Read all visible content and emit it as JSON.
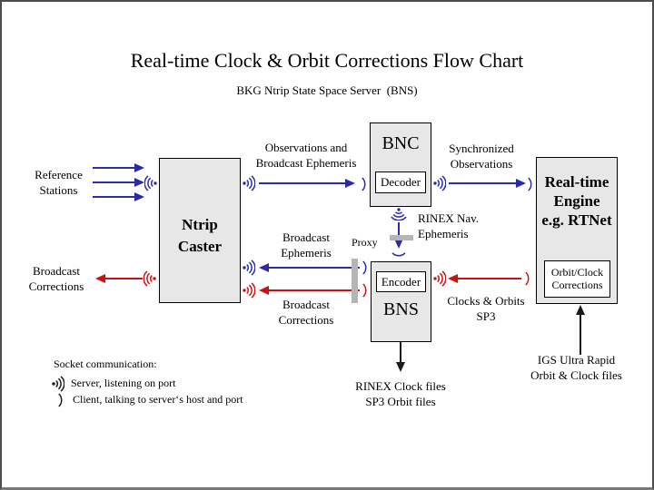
{
  "page": {
    "title": "Real-time Clock & Orbit Corrections Flow Chart",
    "subtitle": "BKG Ntrip State Space Server  (BNS)"
  },
  "colors": {
    "arrow_blue": "#2b2ba8",
    "arrow_red": "#cc1111",
    "box_fill": "#e7e7e7",
    "box_border": "#000000",
    "proxy_gray": "#b5b5b5",
    "page_border": "#4c4c4c"
  },
  "boxes": {
    "ntrip_caster": {
      "label": [
        "Ntrip",
        "Caster"
      ]
    },
    "bnc": {
      "title": "BNC",
      "sub": "Decoder"
    },
    "bns": {
      "title": "BNS",
      "sub": "Encoder"
    },
    "rt_engine": {
      "label": [
        "Real-time",
        "Engine",
        "e.g. RTNet"
      ],
      "sub": [
        "Orbit/Clock",
        "Corrections"
      ]
    }
  },
  "labels": {
    "reference_stations": [
      "Reference",
      "Stations"
    ],
    "broadcast_corrections_left": [
      "Broadcast",
      "Corrections"
    ],
    "observations_and": [
      "Observations and",
      "Broadcast Ephemeris"
    ],
    "broadcast_ephemeris": [
      "Broadcast",
      "Ephemeris"
    ],
    "broadcast_corrections_mid": [
      "Broadcast",
      "Corrections"
    ],
    "proxy": "Proxy",
    "synchronized_observations": [
      "Synchronized",
      "Observations"
    ],
    "rinex_nav": [
      "RINEX Nav.",
      "Ephemeris"
    ],
    "clocks_orbits": [
      "Clocks & Orbits",
      "SP3"
    ],
    "rinex_clock_files": [
      "RINEX Clock files",
      "SP3 Orbit files"
    ],
    "igs_ultra_rapid": [
      "IGS Ultra Rapid",
      "Orbit & Clock files"
    ]
  },
  "legend": {
    "heading": "Socket communication:",
    "server": "Server, listening on port",
    "client": "Client, talking to server‘s host and port"
  },
  "icons": {
    "socket_server": "radio-waves-with-dot",
    "socket_client": "single-arc"
  }
}
